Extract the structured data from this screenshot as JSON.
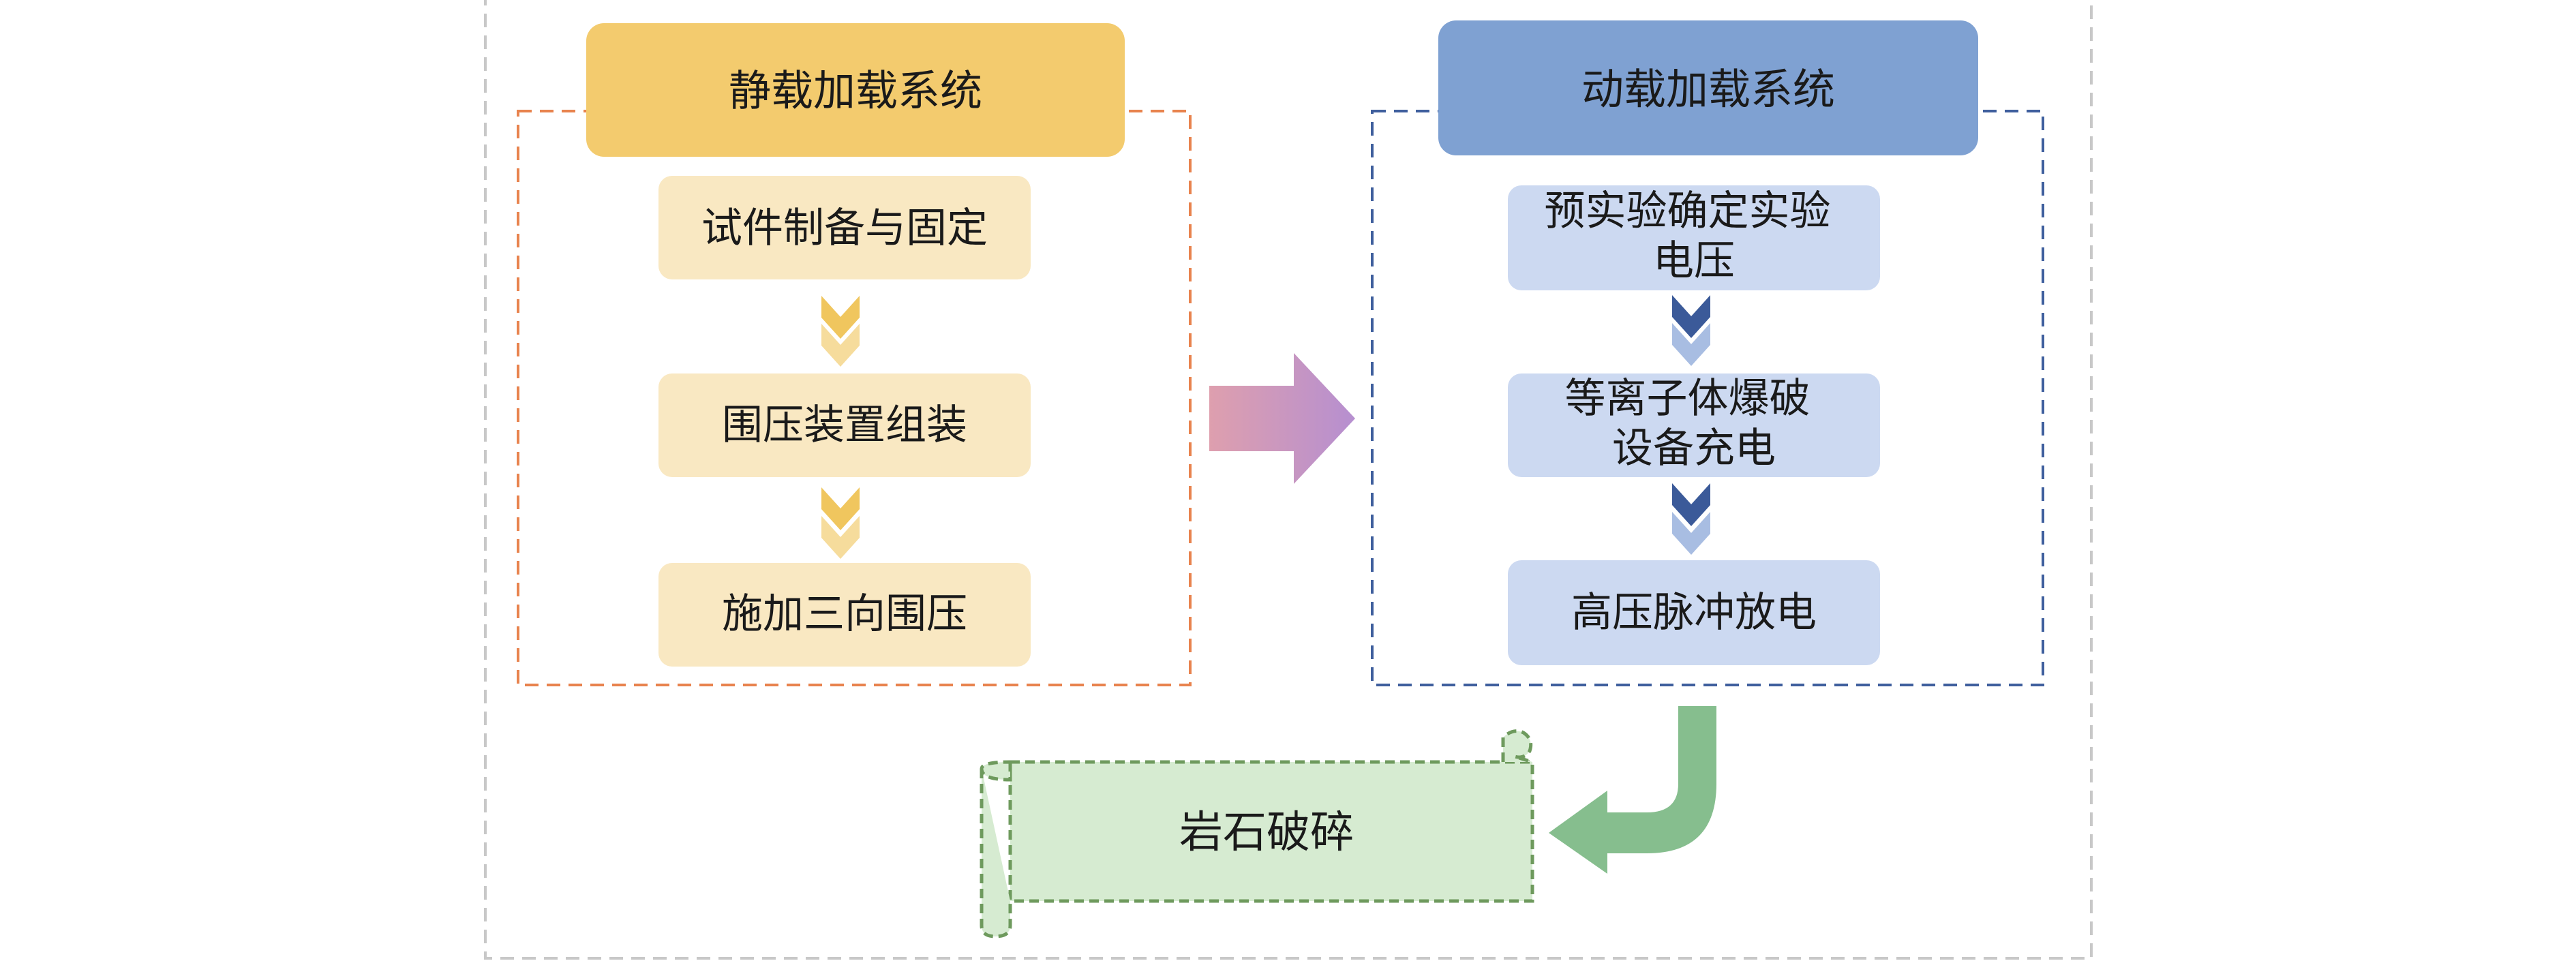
{
  "colors": {
    "outer_border": "#c8c8c8",
    "static_header": "#f3cb6e",
    "static_step": "#f9e8c2",
    "static_border": "#e8834e",
    "static_arrow_dark": "#f0c65e",
    "static_arrow_light": "#f6dc9c",
    "dynamic_header": "#7fa1d2",
    "dynamic_step": "#ccd9f1",
    "dynamic_border": "#3f5f9d",
    "dynamic_arrow_dark": "#3b5a99",
    "dynamic_arrow_light": "#a8bde2",
    "transfer_arrow_start": "#de9fae",
    "transfer_arrow_end": "#b68fd0",
    "result_fill": "#d6ebd1",
    "result_border": "#6e9a5d",
    "result_arrow": "#86be8e"
  },
  "static_system": {
    "title": "静载加载系统",
    "steps": [
      "试件制备与固定",
      "围压装置组装",
      "施加三向围压"
    ]
  },
  "dynamic_system": {
    "title": "动载加载系统",
    "steps": [
      [
        "预实验确定实验",
        "电压"
      ],
      [
        "等离子体爆破",
        "设备充电"
      ],
      [
        "高压脉冲放电"
      ]
    ]
  },
  "result": {
    "label": "岩石破碎"
  }
}
